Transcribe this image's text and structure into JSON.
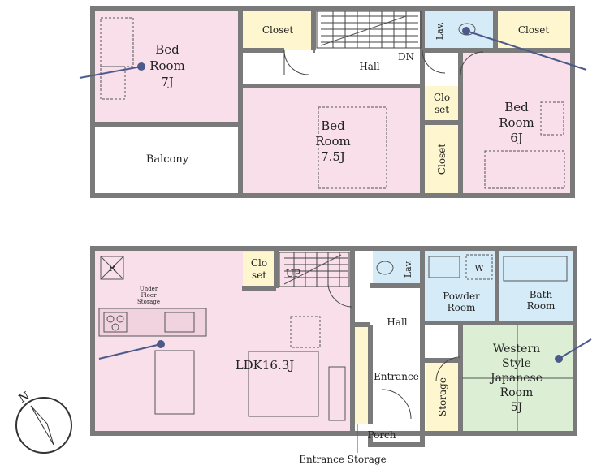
{
  "colors": {
    "bedroom": "#f8dfea",
    "closet": "#fdf6cf",
    "wet": "#d5ebf7",
    "japanese": "#dcefd5",
    "hall": "#ffffff",
    "wall": "#8a8a8a",
    "pointer": "#4b5a8a"
  },
  "second_floor": {
    "bed_7j": [
      "Bed",
      "Room",
      "7J"
    ],
    "bed_75j": [
      "Bed",
      "Room",
      "7.5J"
    ],
    "bed_6j": [
      "Bed",
      "Room",
      "6J"
    ],
    "closet_left": "Closet",
    "closet_right": "Closet",
    "closet_small": [
      "Clo",
      "set"
    ],
    "closet_vertical": "Closet",
    "lav": "Lav.",
    "hall": "Hall",
    "dn": "DN",
    "balcony": "Balcony"
  },
  "first_floor": {
    "ldk": "LDK16.3J",
    "r_mark": "R",
    "under_floor": [
      "Under",
      "Floor",
      "Storage"
    ],
    "closet": [
      "Clo",
      "set"
    ],
    "up": "UP",
    "lav": "Lav.",
    "w_mark": "W",
    "powder": [
      "Powder",
      "Room"
    ],
    "bath": [
      "Bath",
      "Room"
    ],
    "hall": "Hall",
    "entrance": "Entrance",
    "storage": "Storage",
    "japanese": [
      "Western",
      "Style",
      "Japanese",
      "Room",
      "5J"
    ],
    "porch": "Porch",
    "entrance_storage": "Entrance Storage"
  },
  "compass": {
    "label": "N"
  }
}
